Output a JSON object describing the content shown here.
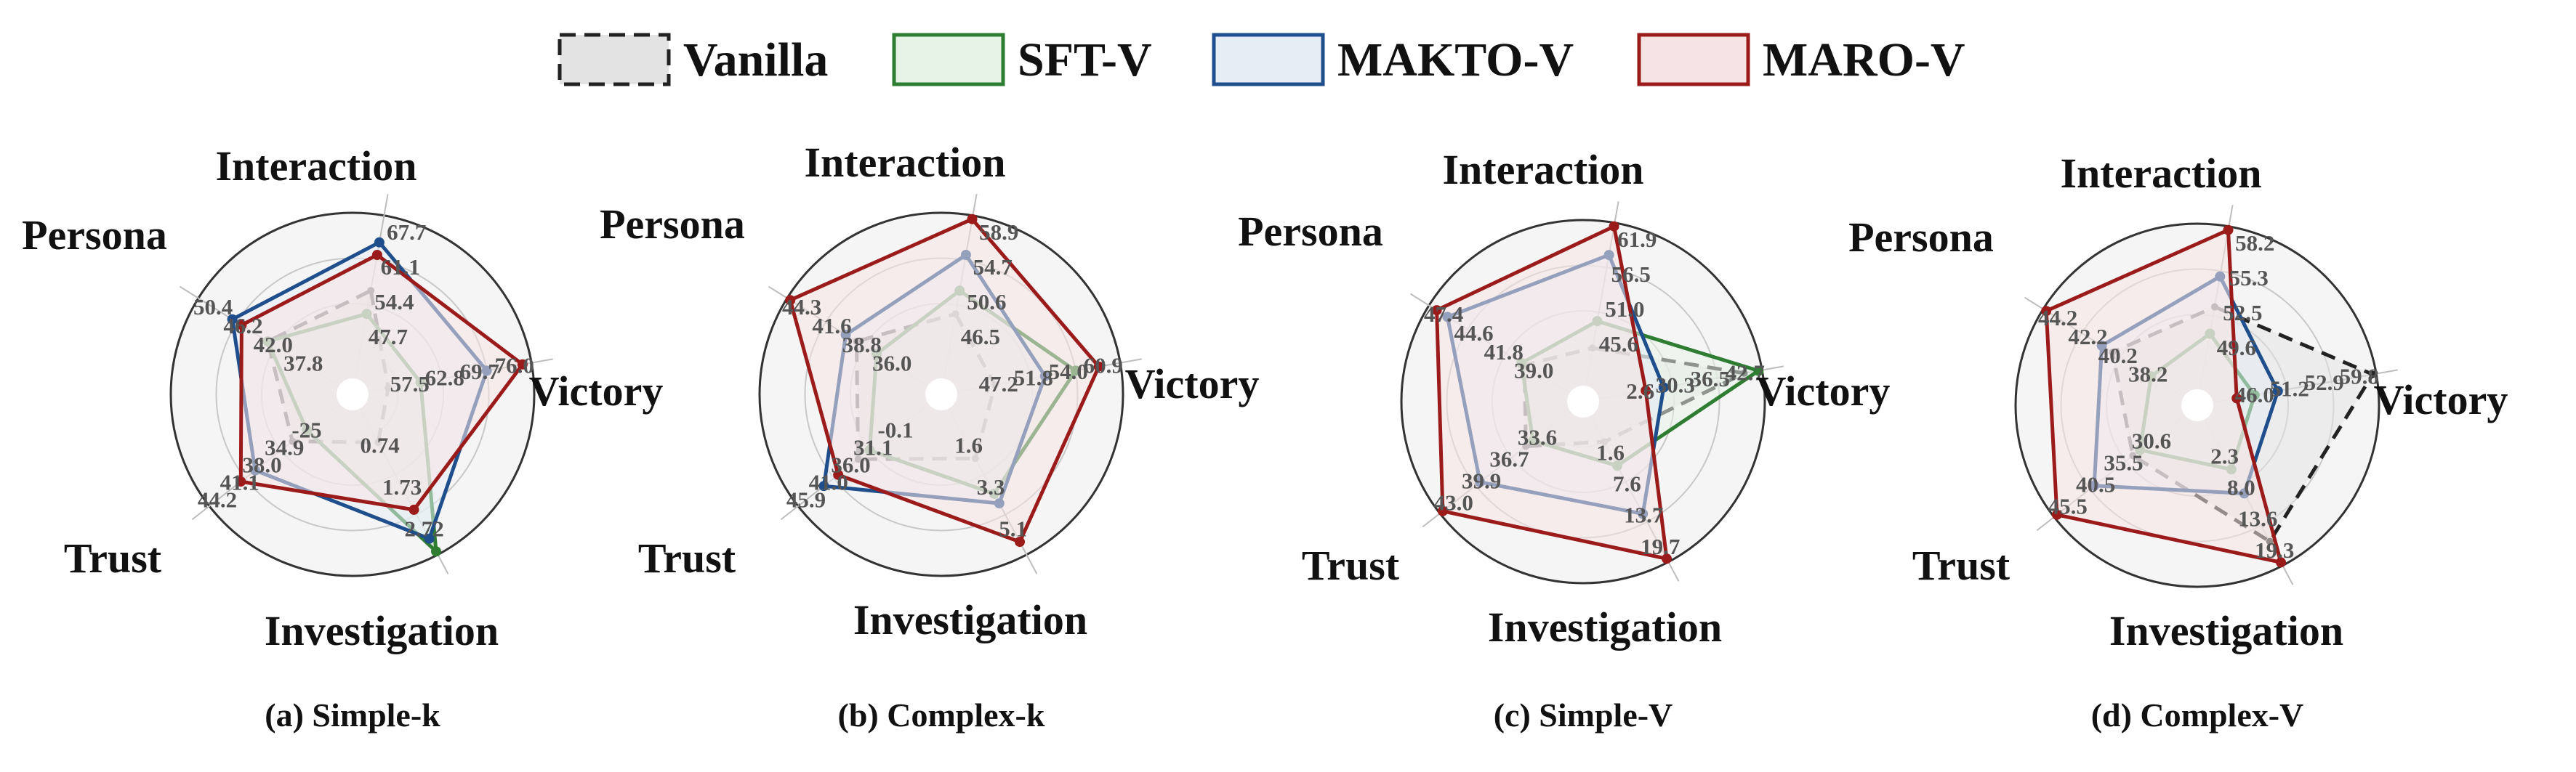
{
  "legend": [
    {
      "label": "Vanilla",
      "stroke": "#222222",
      "fill": "#e3e3e3",
      "dashed": true
    },
    {
      "label": "SFT-V",
      "stroke": "#2e7d32",
      "fill": "#e8f3e8",
      "dashed": false
    },
    {
      "label": "MAKTO-V",
      "stroke": "#1f4e8c",
      "fill": "#e6edf4",
      "dashed": false
    },
    {
      "label": "MARO-V",
      "stroke": "#9b1b1b",
      "fill": "#f6e4e4",
      "dashed": false
    }
  ],
  "chart_data": [
    {
      "type": "radar",
      "caption": "(a) Simple-k",
      "axes": [
        "Interaction",
        "Victory",
        "Investigation",
        "Trust",
        "Persona"
      ],
      "tick_labels": [
        [
          "47.7",
          "54.4",
          "61.1",
          "67.7"
        ],
        [
          "57.5",
          "62.8",
          "69.7",
          "76.0"
        ],
        [
          "0.74",
          "1.73",
          "2.72"
        ],
        [
          "-25",
          "34.9",
          "38.0",
          "41.1",
          "44.2"
        ],
        [
          "37.8",
          "42.0",
          "46.2",
          "50.4"
        ]
      ],
      "series": [
        {
          "name": "Vanilla",
          "values": [
            0.58,
            0.2,
            0.3,
            0.42,
            0.55
          ]
        },
        {
          "name": "SFT-V",
          "values": [
            0.45,
            0.38,
            0.98,
            0.32,
            0.55
          ]
        },
        {
          "name": "MAKTO-V",
          "values": [
            0.85,
            0.75,
            0.9,
            0.68,
            0.78
          ]
        },
        {
          "name": "MARO-V",
          "values": [
            0.78,
            0.95,
            0.72,
            0.78,
            0.72
          ]
        }
      ]
    },
    {
      "type": "radar",
      "caption": "(b) Complex-k",
      "axes": [
        "Interaction",
        "Victory",
        "Investigation",
        "Trust",
        "Persona"
      ],
      "tick_labels": [
        [
          "46.5",
          "50.6",
          "54.7",
          "58.9"
        ],
        [
          "47.2",
          "51.8",
          "54.0",
          "60.9"
        ],
        [
          "1.6",
          "3.3",
          "5.1"
        ],
        [
          "-0.1",
          "31.1",
          "36.0",
          "41.0",
          "45.9"
        ],
        [
          "36.0",
          "38.8",
          "41.6",
          "44.3"
        ]
      ],
      "series": [
        {
          "name": "Vanilla",
          "values": [
            0.45,
            0.3,
            0.4,
            0.58,
            0.55
          ]
        },
        {
          "name": "SFT-V",
          "values": [
            0.58,
            0.75,
            0.62,
            0.5,
            0.42
          ]
        },
        {
          "name": "MAKTO-V",
          "values": [
            0.78,
            0.58,
            0.68,
            0.82,
            0.62
          ]
        },
        {
          "name": "MARO-V",
          "values": [
            0.98,
            0.88,
            0.92,
            0.72,
            0.98
          ]
        }
      ]
    },
    {
      "type": "radar",
      "caption": "(c) Simple-V",
      "axes": [
        "Interaction",
        "Victory",
        "Investigation",
        "Trust",
        "Persona"
      ],
      "tick_labels": [
        [
          "45.6",
          "51.0",
          "56.5",
          "61.9"
        ],
        [
          "2.6",
          "30.3",
          "36.5",
          "42.7"
        ],
        [
          "1.6",
          "7.6",
          "13.7",
          "19.7"
        ],
        [
          "33.6",
          "36.7",
          "39.9",
          "43.0"
        ],
        [
          "39.0",
          "41.8",
          "44.6",
          "47.4"
        ]
      ],
      "series": [
        {
          "name": "Vanilla",
          "values": [
            0.3,
            0.9,
            0.25,
            0.4,
            0.38
          ]
        },
        {
          "name": "SFT-V",
          "values": [
            0.45,
            0.98,
            0.4,
            0.35,
            0.4
          ]
        },
        {
          "name": "MAKTO-V",
          "values": [
            0.82,
            0.45,
            0.7,
            0.72,
            0.88
          ]
        },
        {
          "name": "MARO-V",
          "values": [
            0.98,
            0.35,
            0.98,
            0.98,
            0.95
          ]
        }
      ]
    },
    {
      "type": "radar",
      "caption": "(d) Complex-V",
      "axes": [
        "Interaction",
        "Victory",
        "Investigation",
        "Trust",
        "Persona"
      ],
      "tick_labels": [
        [
          "49.6",
          "52.5",
          "55.3",
          "58.2"
        ],
        [
          "46.0",
          "51.2",
          "52.9",
          "59.8"
        ],
        [
          "2.3",
          "8.0",
          "13.6",
          "19.3"
        ],
        [
          "30.6",
          "35.5",
          "40.5",
          "45.5"
        ],
        [
          "38.2",
          "40.2",
          "42.2",
          "44.2"
        ]
      ],
      "series": [
        {
          "name": "Vanilla",
          "values": [
            0.55,
            0.98,
            0.85,
            0.45,
            0.55
          ]
        },
        {
          "name": "SFT-V",
          "values": [
            0.4,
            0.32,
            0.4,
            0.4,
            0.3
          ]
        },
        {
          "name": "MAKTO-V",
          "values": [
            0.72,
            0.45,
            0.55,
            0.72,
            0.62
          ]
        },
        {
          "name": "MARO-V",
          "values": [
            0.98,
            0.22,
            0.98,
            0.98,
            0.98
          ]
        }
      ]
    }
  ]
}
